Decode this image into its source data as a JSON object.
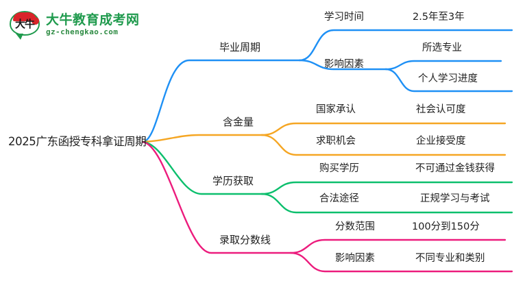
{
  "logo": {
    "mark_name": "daniu-speech-bubble-logo",
    "mark_glyph": "大牛",
    "title": "大牛教育成考网",
    "subtitle": "gz-chengkao.com",
    "title_color": "#1f9a4d",
    "accent_color": "#d9252a"
  },
  "mindmap": {
    "root": {
      "label": "2025广东函授专科拿证周期"
    },
    "branches": [
      {
        "id": "graduation-cycle",
        "label": "毕业周期",
        "color": "#1e90f5",
        "children": [
          {
            "label": "学习时间",
            "children": [
              {
                "label": "2.5年至3年"
              }
            ]
          },
          {
            "label": "影响因素",
            "children": [
              {
                "label": "所选专业"
              },
              {
                "label": "个人学习进度"
              }
            ]
          }
        ]
      },
      {
        "id": "gold-content",
        "label": "含金量",
        "color": "#f5a623",
        "children": [
          {
            "label": "国家承认",
            "children": [
              {
                "label": "社会认可度"
              }
            ]
          },
          {
            "label": "求职机会",
            "children": [
              {
                "label": "企业接受度"
              }
            ]
          }
        ]
      },
      {
        "id": "degree-acquisition",
        "label": "学历获取",
        "color": "#0cbf6d",
        "children": [
          {
            "label": "购买学历",
            "children": [
              {
                "label": "不可通过金钱获得"
              }
            ]
          },
          {
            "label": "合法途径",
            "children": [
              {
                "label": "正规学习与考试"
              }
            ]
          }
        ]
      },
      {
        "id": "admission-score-line",
        "label": "录取分数线",
        "color": "#ec1c7d",
        "children": [
          {
            "label": "分数范围",
            "children": [
              {
                "label": "100分到150分"
              }
            ]
          },
          {
            "label": "影响因素",
            "children": [
              {
                "label": "不同专业和类别"
              }
            ]
          }
        ]
      }
    ]
  }
}
